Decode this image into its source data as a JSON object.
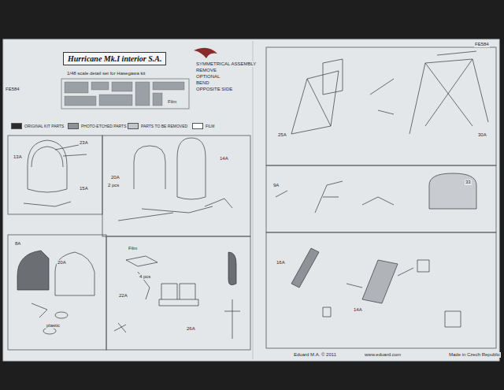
{
  "diagram": {
    "title": "Hurricane Mk.I interior S.A.",
    "labels": [
      "FE584",
      "1/48 scale detail set for Hasegawa kit",
      "Film",
      "SYMMETRICAL ASSEMBLY",
      "REMOVE",
      "OPTIONAL",
      "BEND",
      "OPPOSITE SIDE",
      "13A",
      "23A",
      "15A",
      "14A",
      "20A",
      "2 pcs",
      "8A",
      "20A",
      "plastic",
      "Film",
      "22A",
      "4 pcs",
      "26A",
      "25A",
      "30A",
      "9A",
      "33",
      "16A",
      "14A",
      "Eduard M.A. © 2011",
      "www.eduard.com",
      "Made in Czech Republic",
      "FE584"
    ],
    "legend": [
      {
        "text": "ORIGINAL KIT PARTS",
        "color": "#2b2b2b"
      },
      {
        "text": "PHOTO-ETCHED PARTS",
        "color": "#8f9399"
      },
      {
        "text": "PARTS TO BE REMOVED",
        "color": "#c2c6ca"
      },
      {
        "text": "FILM",
        "color": "#ffffff"
      }
    ]
  }
}
